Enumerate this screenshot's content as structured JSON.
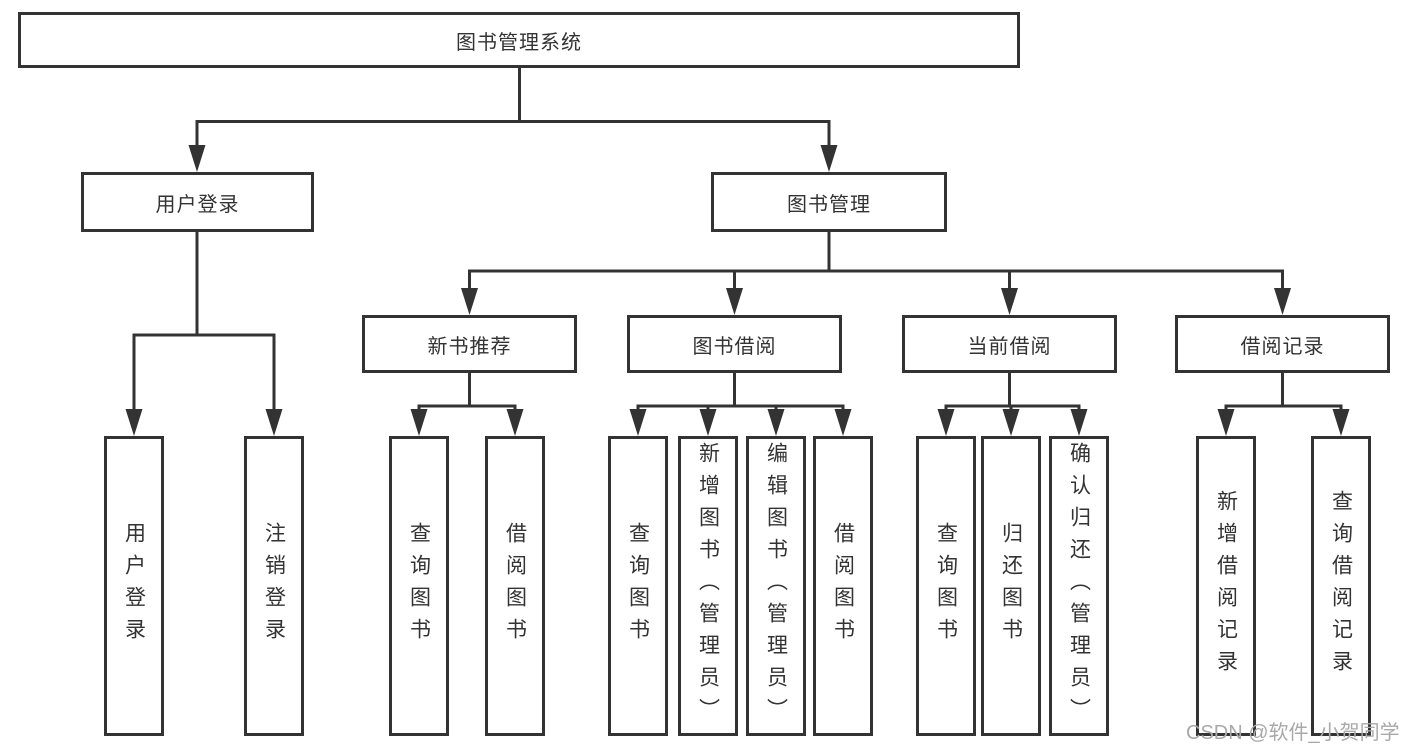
{
  "diagram": {
    "type": "hierarchy-tree",
    "line_color": "#333333",
    "text_color": "#333333",
    "background": "#ffffff",
    "tree": {
      "label": "图书管理系统",
      "children": [
        {
          "label": "用户登录",
          "children": [
            {
              "label": "用户登录"
            },
            {
              "label": "注销登录"
            }
          ]
        },
        {
          "label": "图书管理",
          "children": [
            {
              "label": "新书推荐",
              "children": [
                {
                  "label": "查询图书"
                },
                {
                  "label": "借阅图书"
                }
              ]
            },
            {
              "label": "图书借阅",
              "children": [
                {
                  "label": "查询图书"
                },
                {
                  "label": "新增图书（管理员）"
                },
                {
                  "label": "编辑图书（管理员）"
                },
                {
                  "label": "借阅图书"
                }
              ]
            },
            {
              "label": "当前借阅",
              "children": [
                {
                  "label": "查询图书"
                },
                {
                  "label": "归还图书"
                },
                {
                  "label": "确认归还（管理员）"
                }
              ]
            },
            {
              "label": "借阅记录",
              "children": [
                {
                  "label": "新增借阅记录"
                },
                {
                  "label": "查询借阅记录"
                }
              ]
            }
          ]
        }
      ]
    }
  },
  "watermark": {
    "text": "CSDN @软件_小贺同学"
  }
}
